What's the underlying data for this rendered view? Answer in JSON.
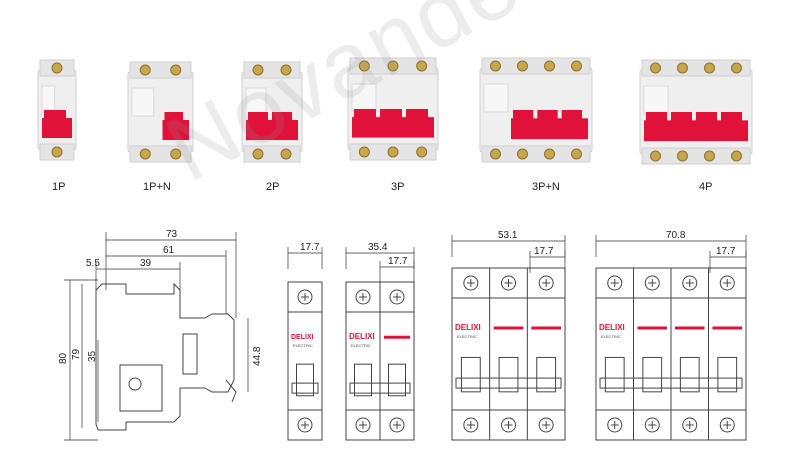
{
  "products": [
    {
      "label": "1P",
      "poles": 1,
      "neutral": false
    },
    {
      "label": "1P+N",
      "poles": 1,
      "neutral": true
    },
    {
      "label": "2P",
      "poles": 2,
      "neutral": false
    },
    {
      "label": "3P",
      "poles": 3,
      "neutral": false
    },
    {
      "label": "3P+N",
      "poles": 3,
      "neutral": true
    },
    {
      "label": "4P",
      "poles": 4,
      "neutral": false
    }
  ],
  "watermark": "Novander",
  "brand": {
    "name": "DELIXI",
    "sub": "ELECTRIC"
  },
  "colors": {
    "handle": "#e0123a",
    "line": "#444444",
    "body": "#eeeeee"
  },
  "drawing_side": {
    "d73": "73",
    "d61": "61",
    "d39": "39",
    "d55": "5.5",
    "d80": "80",
    "d79": "79",
    "d35": "35",
    "d448": "44.8"
  },
  "drawing_1p": {
    "d177": "17.7"
  },
  "drawing_2p": {
    "d354": "35.4",
    "d177": "17.7"
  },
  "drawing_3p": {
    "d531": "53.1",
    "d177": "17.7"
  },
  "drawing_4p": {
    "d708": "70.8",
    "d177": "17.7"
  }
}
